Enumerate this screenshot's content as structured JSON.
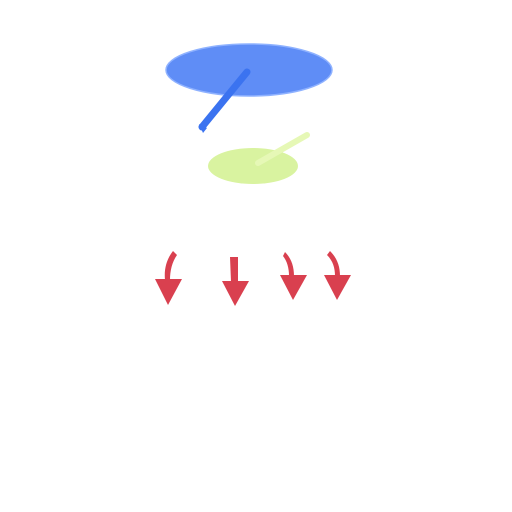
{
  "colors": {
    "background": "#ffffff",
    "blue_fill": "#5f8df6",
    "blue_edge": "#8fb2ff",
    "blue_stick": "#3b73f0",
    "green_fill": "#d9f3a0",
    "green_stick": "#e6f8b6",
    "arrow_red": "#d9404f"
  },
  "icons": {
    "large_paddle": "blue-ellipse-with-stick",
    "small_paddle": "green-ellipse-with-stick",
    "arrows": "downward-curved-arrow"
  }
}
